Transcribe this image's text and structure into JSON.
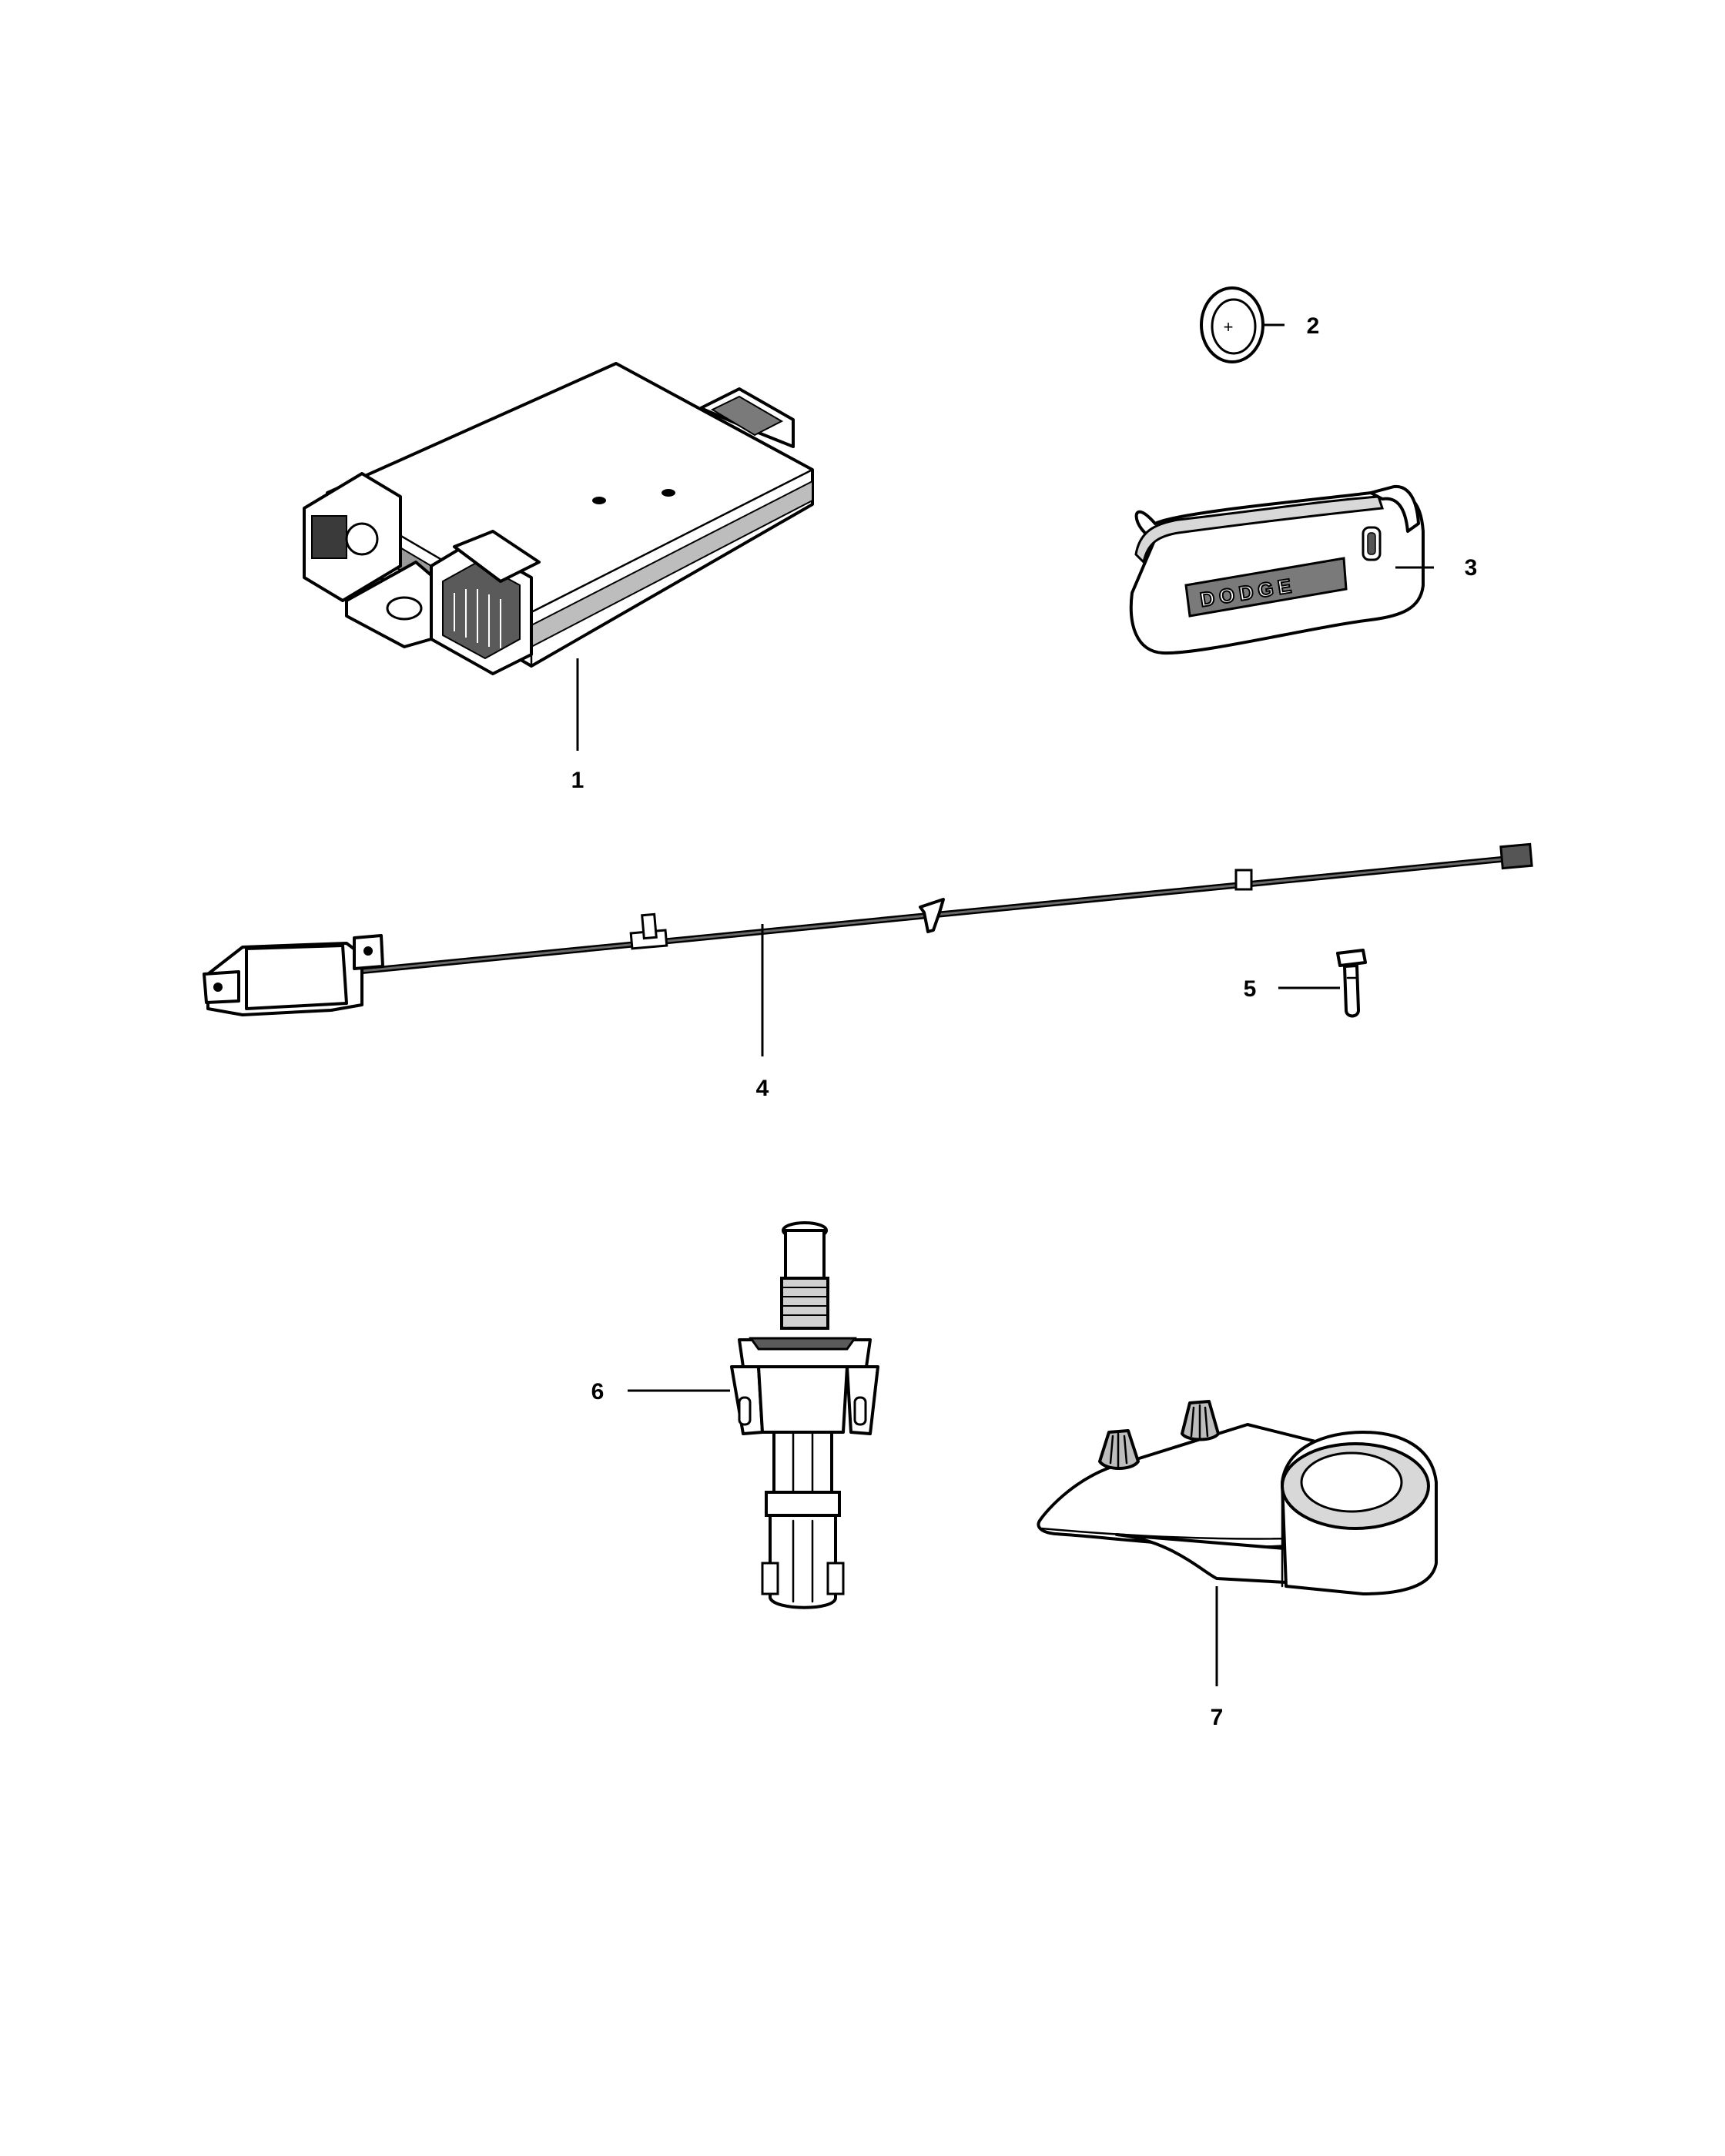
{
  "callouts": {
    "c1": "1",
    "c2": "2",
    "c3": "3",
    "c4": "4",
    "c5": "5",
    "c6": "6",
    "c7": "7"
  },
  "key_fob_logo": "DODGE",
  "battery_symbol": "+",
  "colors": {
    "line": "#000000",
    "fill": "#ffffff",
    "shade": "#bdbdbd",
    "dark_shade": "#7a7a7a"
  }
}
